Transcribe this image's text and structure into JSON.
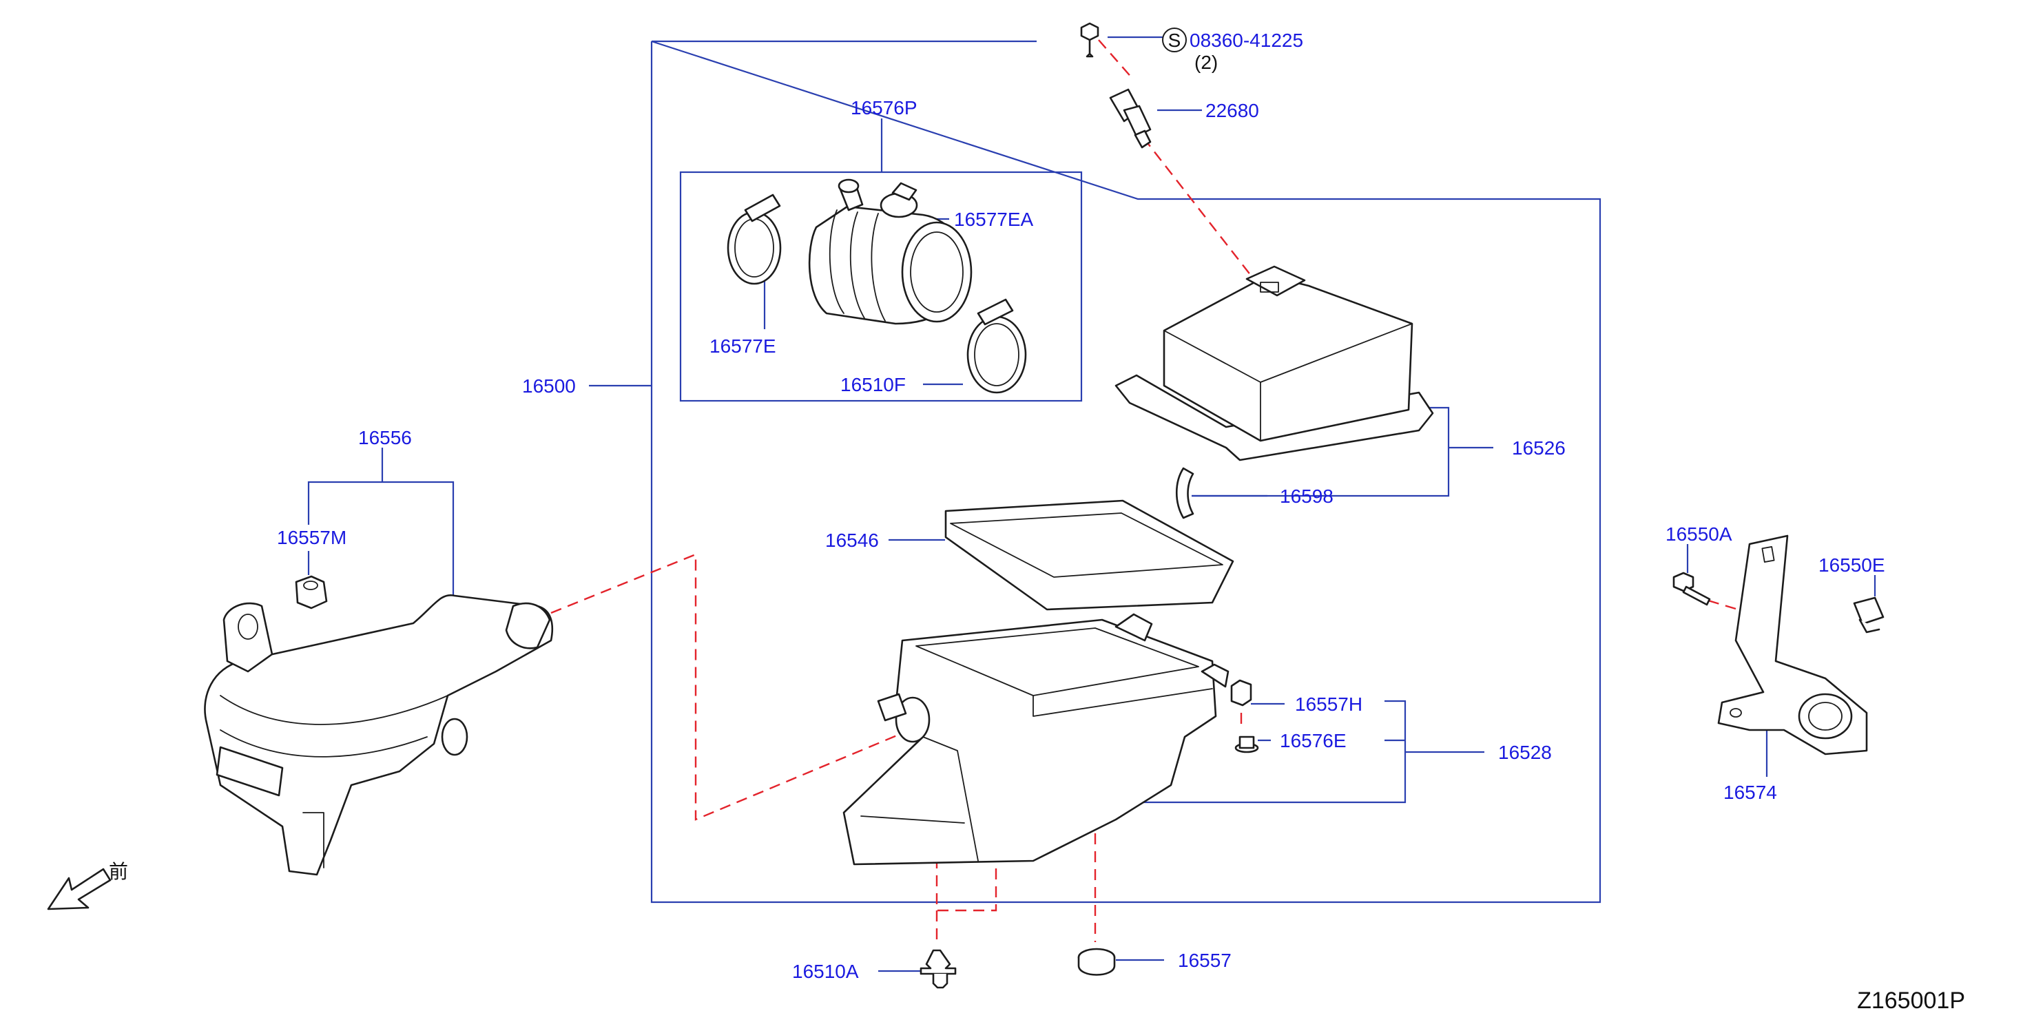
{
  "diagram_code": "Z165001P",
  "front_arrow_label": "前",
  "callouts": {
    "p08360": {
      "symbol": "S",
      "number": "08360-41225",
      "qty": "(2)"
    },
    "p22680": "22680",
    "p16576P": "16576P",
    "p16577EA": "16577EA",
    "p16577E": "16577E",
    "p16510F": "16510F",
    "p16500": "16500",
    "p16526": "16526",
    "p16598": "16598",
    "p16546": "16546",
    "p16556": "16556",
    "p16557M": "16557M",
    "p16557H": "16557H",
    "p16576E": "16576E",
    "p16528": "16528",
    "p16510A": "16510A",
    "p16557": "16557",
    "p16550A": "16550A",
    "p16550E": "16550E",
    "p16574": "16574"
  }
}
